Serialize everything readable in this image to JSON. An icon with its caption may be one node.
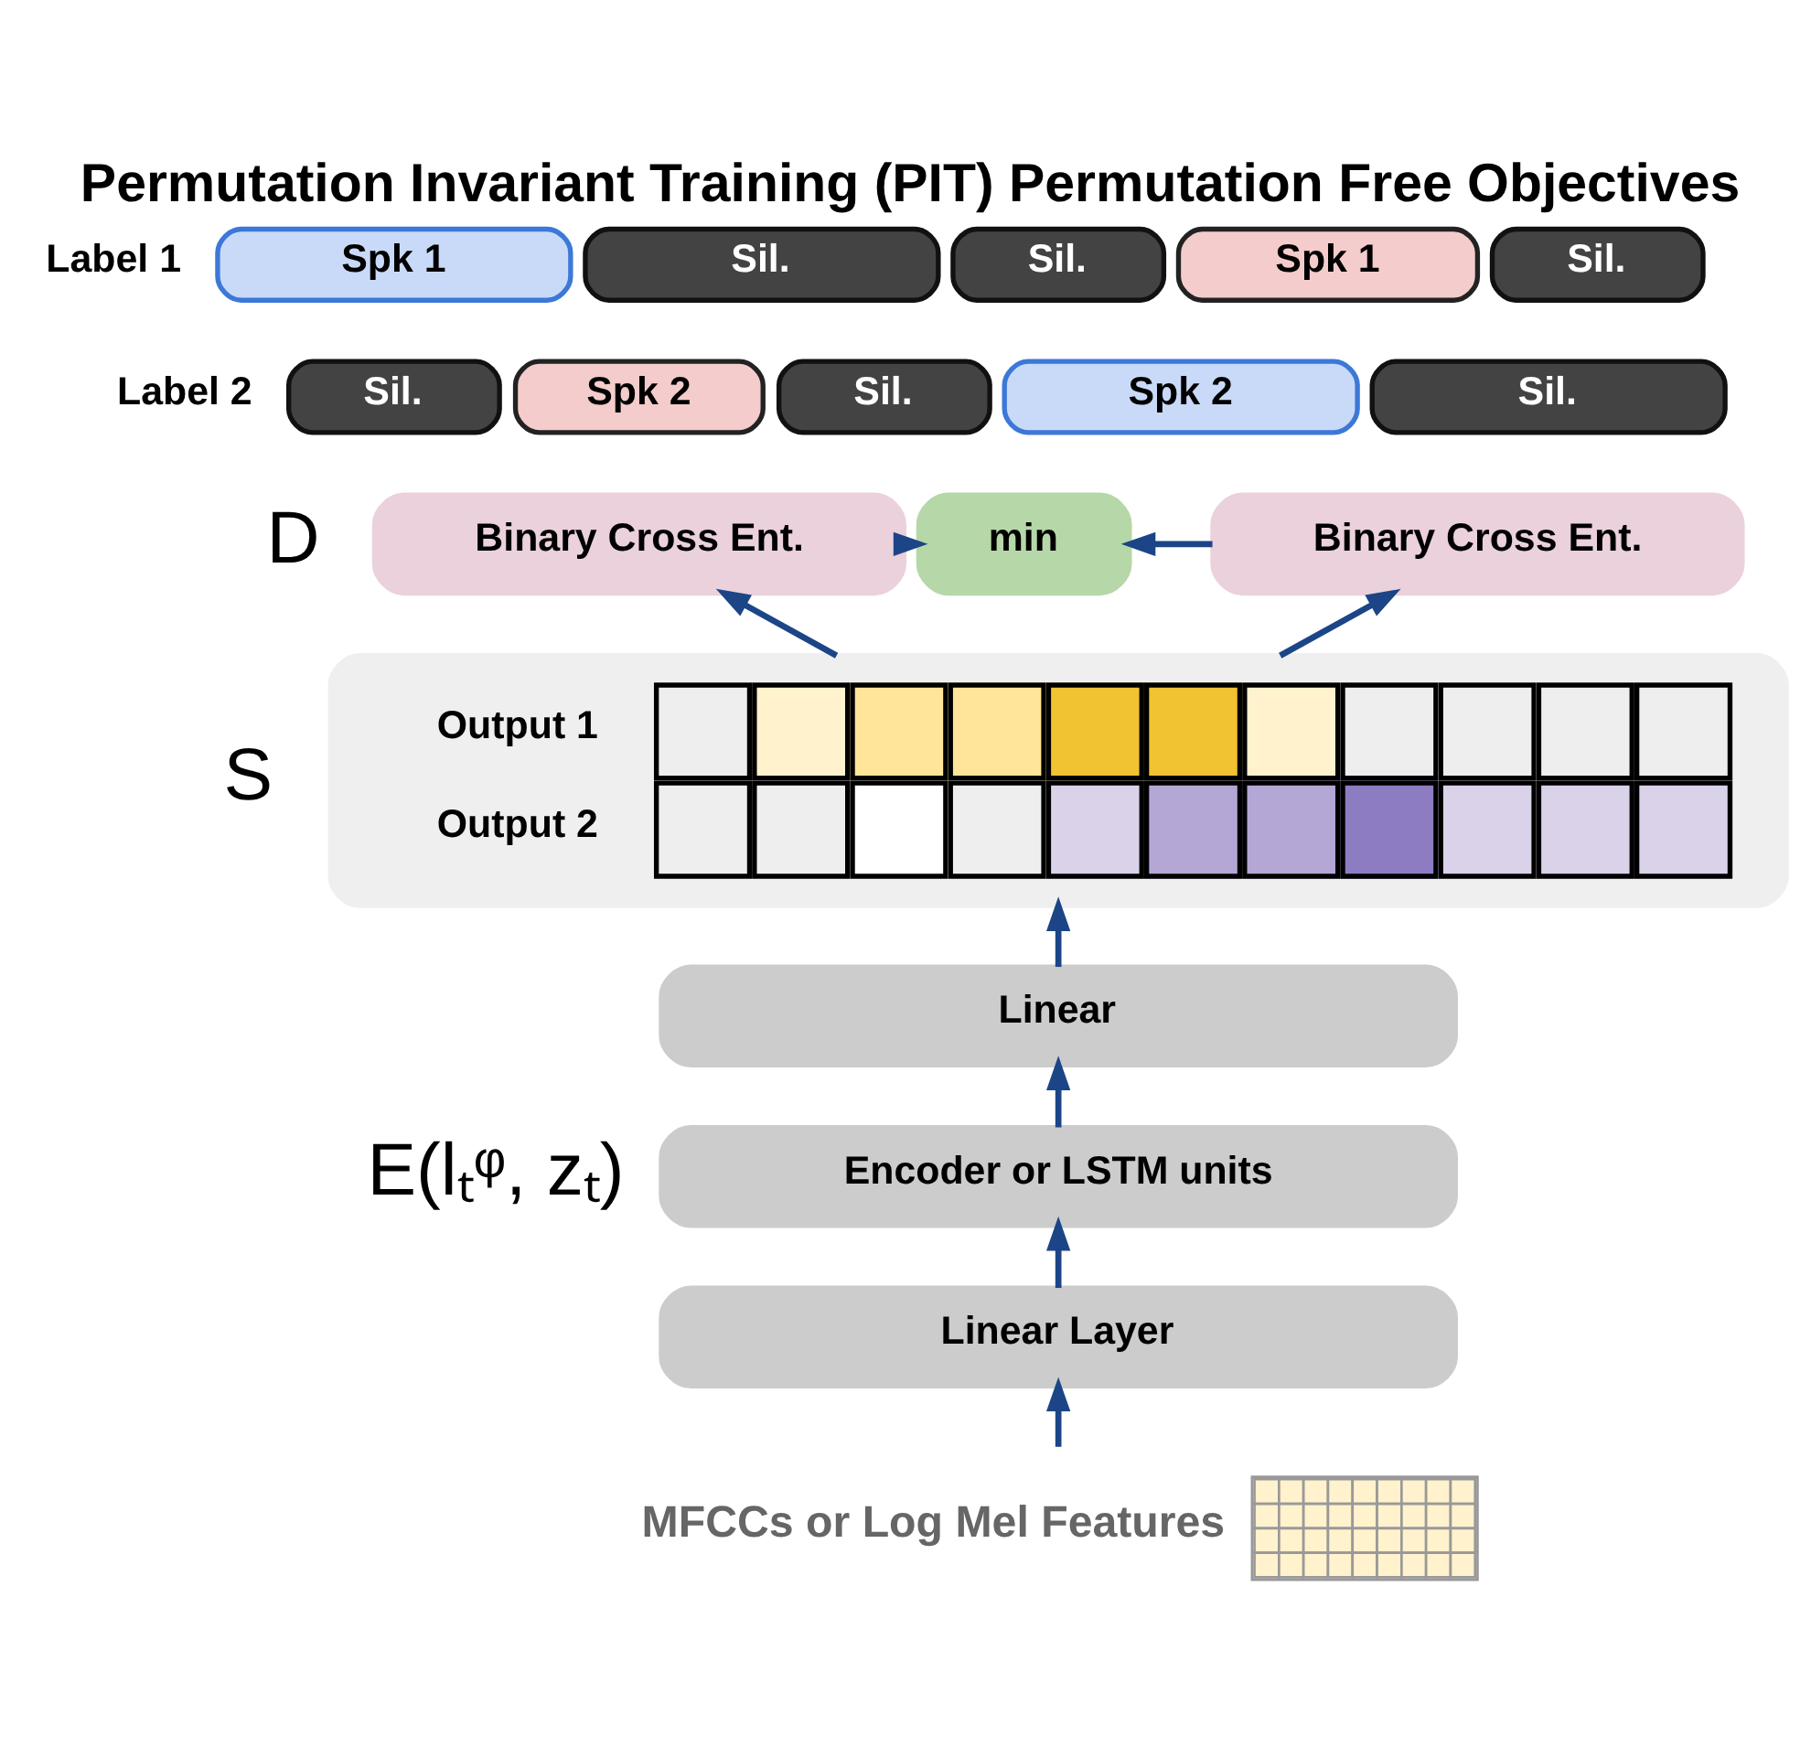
{
  "diagram": {
    "title": "Permutation Invariant Training (PIT) Permutation Free Objectives",
    "nodes": [
      {
        "text": [
          "Spk 1"
        ]
      },
      {
        "text": [
          "Sil."
        ]
      },
      {
        "text": [
          "Sil."
        ]
      },
      {
        "text": [
          "Spk 2"
        ]
      },
      {
        "text": [
          "Sil."
        ]
      },
      {
        "text": [
          "Sil."
        ]
      },
      {
        "text": [
          "Spk 1"
        ]
      },
      {
        "text": [
          "Sil."
        ]
      },
      {
        "text": [
          "Spk 2"
        ]
      },
      {
        "text": [
          "Sil."
        ]
      },
      {
        "text": [
          "Binary Cross Ent."
        ]
      },
      {
        "text": [
          "min"
        ]
      },
      {
        "text": [
          "Binary Cross Ent."
        ]
      },
      {
        "text": [
          "Output 1",
          "Output 2"
        ]
      },
      {
        "text": [
          "Linear"
        ]
      },
      {
        "text": [
          "Encoder or LSTM units"
        ]
      },
      {
        "text": [
          "Linear Layer"
        ]
      },
      {
        "text": [],
        "shape": "picture",
        "beside": [
          "MFCCs or Log Mel Features"
        ]
      }
    ],
    "edges": [
      {
        "from": 17,
        "to": 16,
        "arrow": "to"
      },
      {
        "from": 16,
        "to": 15,
        "arrow": "to"
      },
      {
        "from": 15,
        "to": 14,
        "arrow": "to"
      },
      {
        "from": 14,
        "to": 13,
        "arrow": "to"
      },
      {
        "from": 13,
        "to": 10,
        "arrow": "to"
      },
      {
        "from": 13,
        "to": 12,
        "arrow": "to"
      },
      {
        "from": 10,
        "to": 11,
        "arrow": "to"
      },
      {
        "from": 12,
        "to": 11,
        "arrow": "to"
      }
    ],
    "labels": [
      "Label 1",
      "Label 2",
      "D",
      "S",
      "E(lₜᵠ, zₜ)"
    ]
  }
}
